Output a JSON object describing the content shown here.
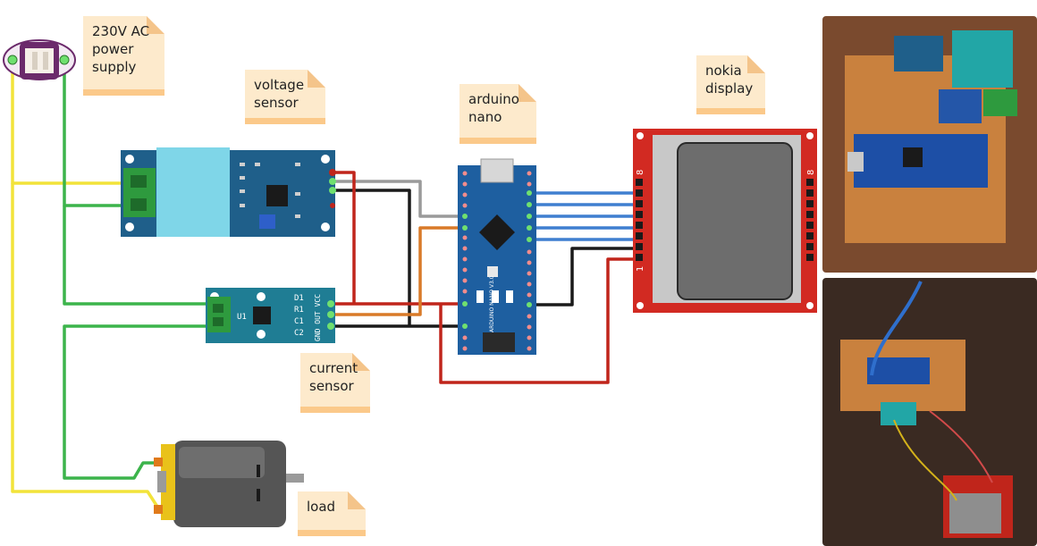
{
  "notes": {
    "power_supply": "230V AC\npower\nsupply",
    "voltage_sensor": "voltage\nsensor",
    "arduino_nano": "arduino\nnano",
    "nokia_display": "nokia\ndisplay",
    "current_sensor": "current\nsensor",
    "load": "load"
  },
  "labels": {
    "current_pins": [
      "D1",
      "R1",
      "C1",
      "C2"
    ],
    "current_bottom": "GND OUT VCC",
    "current_chip": "U1",
    "display_top_digit": "8",
    "display_bottom_digit": "1",
    "nano_text": "ARDUINO NANO V3.0"
  },
  "wire_colors": {
    "yellow": "#f2e33a",
    "green": "#3cb44b",
    "red": "#c0251b",
    "black": "#1a1a1a",
    "grey": "#9a9a9a",
    "orange": "#d97a28",
    "blue": "#3f7fd0"
  }
}
